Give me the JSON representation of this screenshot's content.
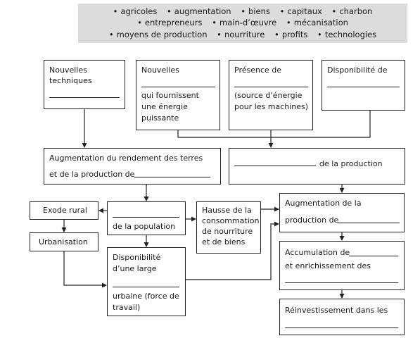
{
  "word_bank": {
    "row1": [
      "agricoles",
      "augmentation",
      "biens",
      "capitaux",
      "charbon"
    ],
    "row2": [
      "entrepreneurs",
      "main-d’œuvre",
      "mécanisation"
    ],
    "row3": [
      "moyens de production",
      "nourriture",
      "profits",
      "technologies"
    ]
  },
  "boxes": {
    "nouvelles_techniques": {
      "line1": "Nouvelles",
      "line2": "techniques"
    },
    "nouvelles_energie": {
      "line1": "Nouvelles",
      "line2": "qui fournissent",
      "line3": "une énergie",
      "line4": "puissante"
    },
    "presence": {
      "line1": "Présence de",
      "line2": "(source d’énergie",
      "line3": "pour les machines)"
    },
    "disponibilite_top": {
      "line1": "Disponibilité de"
    },
    "rendement": {
      "line1": "Augmentation du rendement des terres",
      "line2": "et de la production de"
    },
    "de_la_production": {
      "line1": "de la production"
    },
    "exode": {
      "line1": "Exode rural"
    },
    "urbanisation": {
      "line1": "Urbanisation"
    },
    "population": {
      "line1": "de la population"
    },
    "hausse": {
      "line1": "Hausse de la",
      "line2": "consommation",
      "line3": "de nourriture",
      "line4": "et de biens"
    },
    "augmentation_prod": {
      "line1": "Augmentation de la",
      "line2": "production de"
    },
    "disponibilite_large": {
      "line1": "Disponibilité",
      "line2": "d’une large",
      "line3": "urbaine (force de",
      "line4": "travail)"
    },
    "accumulation": {
      "line1": "Accumulation de",
      "line2": "et enrichissement des"
    },
    "reinvestissement": {
      "line1": "Réinvestissement dans les"
    }
  }
}
